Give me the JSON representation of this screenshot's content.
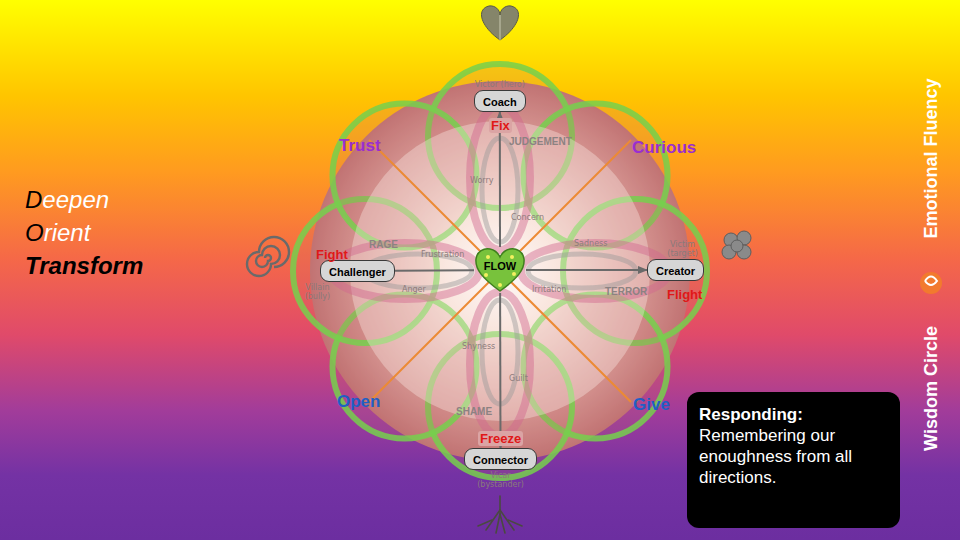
{
  "diagram": {
    "nodes": [
      {
        "text": [
          "Coach",
          "Victor (hero)"
        ]
      },
      {
        "text": [
          "Challenger",
          "Villain (bully)"
        ]
      },
      {
        "text": [
          "FLOW"
        ]
      },
      {
        "text": [
          "Creator",
          "Victim (target)"
        ]
      },
      {
        "text": [
          "Connector",
          "Vicar (bystander)"
        ]
      },
      {
        "text": [
          "Responding:",
          "Remembering our enoughness from all directions."
        ]
      }
    ],
    "edges": [
      {
        "from": 2,
        "to": 0,
        "arrow": "to"
      },
      {
        "from": 2,
        "to": 1,
        "arrow": "none"
      },
      {
        "from": 2,
        "to": 3,
        "arrow": "to"
      },
      {
        "from": 2,
        "to": 4,
        "arrow": "to"
      }
    ],
    "labels": [
      "Deepen",
      "Orient",
      "Transform",
      "Fix",
      "JUDGEMENT",
      "Worry",
      "Concern",
      "Trust",
      "Curious",
      "RAGE",
      "Fight",
      "Frustration",
      "Anger",
      "Sadness",
      "Irritation",
      "TERROR",
      "Flight",
      "Shyness",
      "Guilt",
      "SHAME",
      "Open",
      "Give",
      "Freeze",
      "Emotional Fluency",
      "Wisdom Circle"
    ]
  }
}
